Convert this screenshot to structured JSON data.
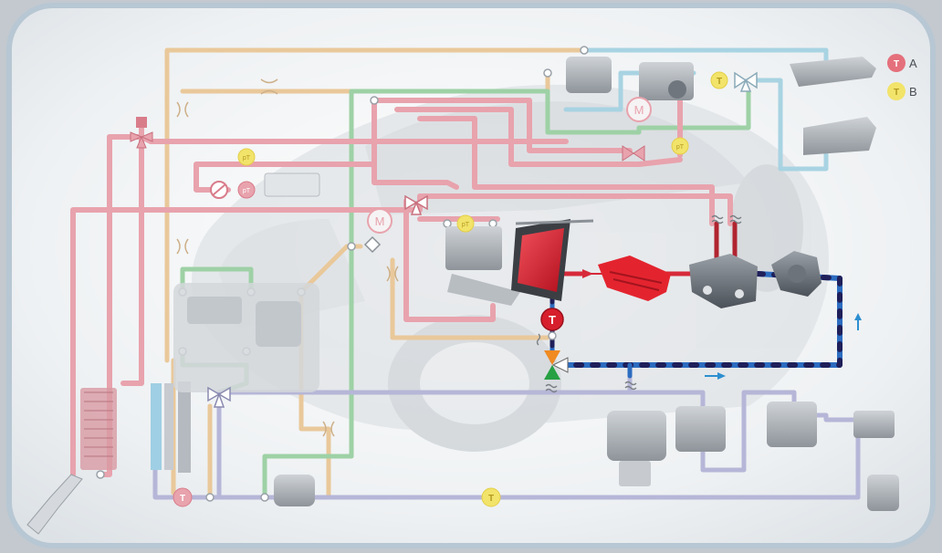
{
  "legend": {
    "items": [
      {
        "symbol": "T",
        "label": "A",
        "color": "#e4707c"
      },
      {
        "symbol": "T",
        "label": "B",
        "color": "#f2e36a"
      }
    ]
  },
  "markers": {
    "temp_sensor_letter": "T",
    "motor_letter": "M",
    "pressure_temp_sensor_letter": "pT"
  },
  "colors": {
    "frame_bg": "#eceff1",
    "frame_border": "#b7c7d3",
    "pink_circuit": "#e8a3ad",
    "pink_dark": "#d97c8a",
    "tan_circuit": "#e9c89a",
    "green_circuit": "#9ed1a6",
    "lightblue_circuit": "#a8d3e2",
    "lavender_circuit": "#b6b6d8",
    "active_red": "#d62a3a",
    "active_blue": "#2c6cc0",
    "active_navy": "#2a2a6a",
    "valve_green": "#27a043",
    "valve_orange": "#f08a22",
    "sensor_red": "#d71e2c",
    "sensor_yellow": "#f2e36a",
    "component_gray": "#a9aeb3"
  },
  "icons": [
    "temperature-sensor-icon",
    "pressure-temperature-sensor-icon",
    "electric-motor-icon",
    "three-way-valve-icon",
    "heat-exchanger-icon",
    "electric-heater-icon",
    "pump-icon",
    "flow-direction-arrow-icon"
  ]
}
